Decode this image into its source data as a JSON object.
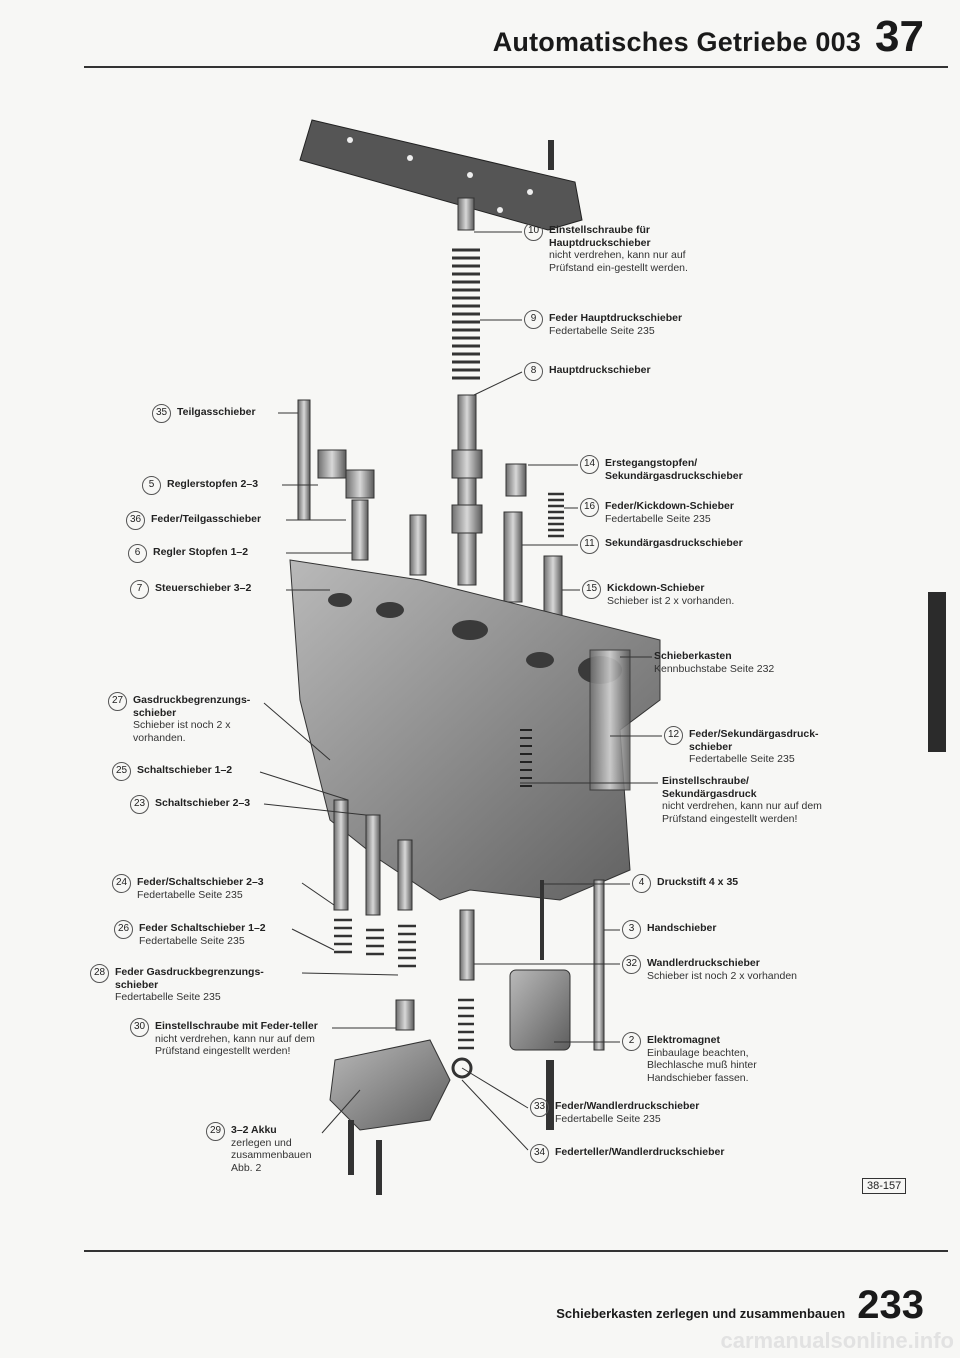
{
  "header": {
    "title": "Automatisches Getriebe 003",
    "chapter": "37"
  },
  "labels": [
    {
      "id": "10",
      "title": "Einstellschraube für Hauptdruckschieber",
      "desc": "nicht verdrehen, kann nur auf Prüfstand ein-gestellt werden."
    },
    {
      "id": "9",
      "title": "Feder Hauptdruckschieber",
      "desc": "Federtabelle Seite 235"
    },
    {
      "id": "8",
      "title": "Hauptdruckschieber",
      "desc": ""
    },
    {
      "id": "35",
      "title": "Teilgasschieber",
      "desc": ""
    },
    {
      "id": "14",
      "title": "Erstegangstopfen/ Sekundärgasdruckschieber",
      "desc": ""
    },
    {
      "id": "5",
      "title": "Reglerstopfen 2–3",
      "desc": ""
    },
    {
      "id": "16",
      "title": "Feder/Kickdown-Schieber",
      "desc": "Federtabelle Seite 235"
    },
    {
      "id": "36",
      "title": "Feder/Teilgasschieber",
      "desc": ""
    },
    {
      "id": "11",
      "title": "Sekundärgasdruckschieber",
      "desc": ""
    },
    {
      "id": "6",
      "title": "Regler Stopfen 1–2",
      "desc": ""
    },
    {
      "id": "15",
      "title": "Kickdown-Schieber",
      "desc": "Schieber ist 2 x vorhanden."
    },
    {
      "id": "7",
      "title": "Steuerschieber 3–2",
      "desc": ""
    },
    {
      "id": "",
      "title": "Schieberkasten",
      "desc": "Kennbuchstabe Seite 232"
    },
    {
      "id": "27",
      "title": "Gasdruckbegrenzungs-schieber",
      "desc": "Schieber ist noch 2 x vorhanden."
    },
    {
      "id": "12",
      "title": "Feder/Sekundärgasdruck-schieber",
      "desc": "Federtabelle Seite 235"
    },
    {
      "id": "25",
      "title": "Schaltschieber 1–2",
      "desc": ""
    },
    {
      "id": "",
      "title": "Einstellschraube/ Sekundärgasdruck",
      "desc": "nicht verdrehen, kann nur auf dem Prüfstand eingestellt werden!"
    },
    {
      "id": "23",
      "title": "Schaltschieber 2–3",
      "desc": ""
    },
    {
      "id": "24",
      "title": "Feder/Schaltschieber 2–3",
      "desc": "Federtabelle Seite 235"
    },
    {
      "id": "4",
      "title": "Druckstift 4 x 35",
      "desc": ""
    },
    {
      "id": "26",
      "title": "Feder Schaltschieber 1–2",
      "desc": "Federtabelle Seite 235"
    },
    {
      "id": "3",
      "title": "Handschieber",
      "desc": ""
    },
    {
      "id": "28",
      "title": "Feder Gasdruckbegrenzungs-schieber",
      "desc": "Federtabelle Seite 235"
    },
    {
      "id": "32",
      "title": "Wandlerdruckschieber",
      "desc": "Schieber ist noch 2 x vorhanden"
    },
    {
      "id": "30",
      "title": "Einstellschraube mit Feder-teller",
      "desc": "nicht verdrehen, kann nur auf dem Prüfstand eingestellt werden!"
    },
    {
      "id": "2",
      "title": "Elektromagnet",
      "desc": "Einbaulage beachten, Blechlasche muß hinter Handschieber fassen."
    },
    {
      "id": "33",
      "title": "Feder/Wandlerdruckschieber",
      "desc": "Federtabelle Seite 235"
    },
    {
      "id": "29",
      "title": "3–2 Akku",
      "desc": "zerlegen und zusammenbauen Abb. 2"
    },
    {
      "id": "34",
      "title": "Federteller/Wandlerdruckschieber",
      "desc": ""
    }
  ],
  "figure_ref": "38-157",
  "footer": {
    "title": "Schieberkasten zerlegen und zusammenbauen",
    "page": "233"
  },
  "watermark": "carmanualsonline.info"
}
